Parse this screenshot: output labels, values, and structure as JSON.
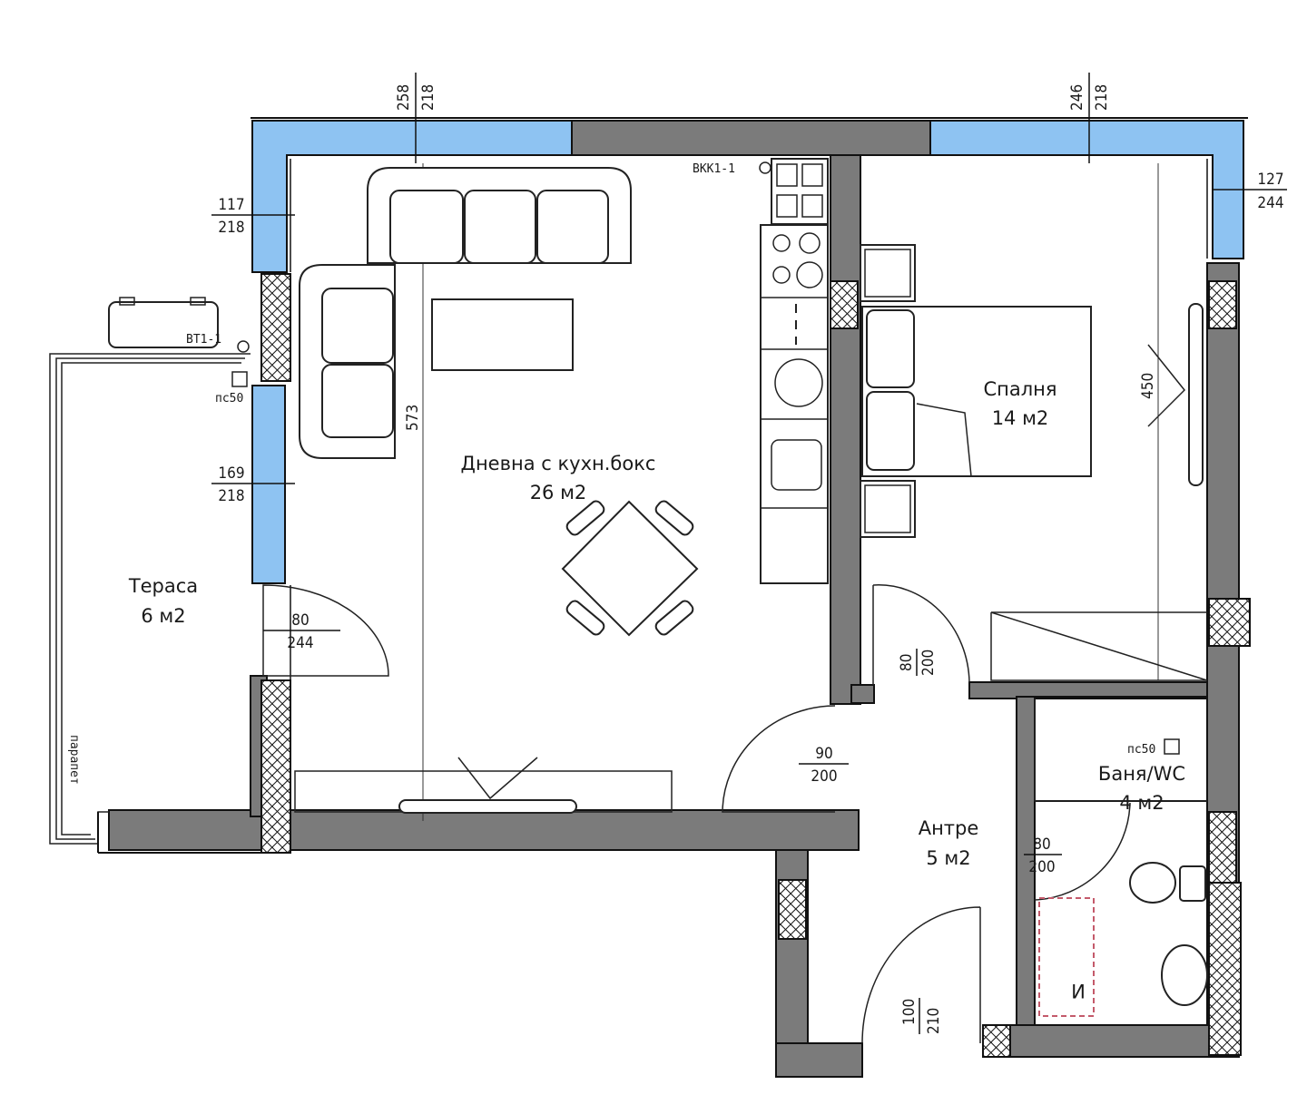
{
  "rooms": {
    "living": {
      "name": "Дневна с кухн.бокс",
      "area": "26 м2"
    },
    "bedroom": {
      "name": "Спалня",
      "area": "14 м2"
    },
    "terrace": {
      "name": "Тераса",
      "area": "6 м2"
    },
    "bath": {
      "name": "Баня/WC",
      "area": "4 м2"
    },
    "hall": {
      "name": "Антре",
      "area": "5 м2"
    }
  },
  "dimensions": {
    "top_left_window": {
      "a": "258",
      "b": "218"
    },
    "top_right_window": {
      "a": "246",
      "b": "218"
    },
    "left_upper_window": {
      "a": "117",
      "b": "218"
    },
    "left_lower_window": {
      "a": "169",
      "b": "218"
    },
    "right_window": {
      "a": "127",
      "b": "244"
    },
    "terrace_door": {
      "a": "80",
      "b": "244"
    },
    "bedroom_door": {
      "a": "80",
      "b": "200"
    },
    "living_door": {
      "a": "90",
      "b": "200"
    },
    "bath_door": {
      "a": "80",
      "b": "200"
    },
    "entrance_door": {
      "a": "100",
      "b": "210"
    },
    "living_height": "573",
    "bedroom_height": "450"
  },
  "tags": {
    "vent_kitchen": "ВКК1-1",
    "vent_terrace": "ВТ1-1",
    "drain_terrace": "пс50",
    "drain_bath": "пс50",
    "parapet": "парапет",
    "boiler": "И"
  },
  "colors": {
    "wall": "#7b7b7b",
    "glass": "#8ec3f2",
    "line": "#111111"
  }
}
